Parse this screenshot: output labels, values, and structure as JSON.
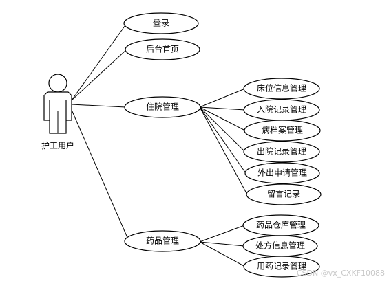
{
  "actor": {
    "label": "护工用户"
  },
  "usecases": {
    "login": "登录",
    "backend_home": "后台首页",
    "hospitalization": "住院管理",
    "medicine": "药品管理",
    "bed_info": "床位信息管理",
    "admission_record": "入院记录管理",
    "medical_record": "病档案管理",
    "discharge_record": "出院记录管理",
    "outing_request": "外出申请管理",
    "message_record": "留言记录",
    "medicine_warehouse": "药品仓库管理",
    "prescription_info": "处方信息管理",
    "medication_record": "用药记录管理"
  },
  "watermark": "CSDN @vx_CXKF10088"
}
